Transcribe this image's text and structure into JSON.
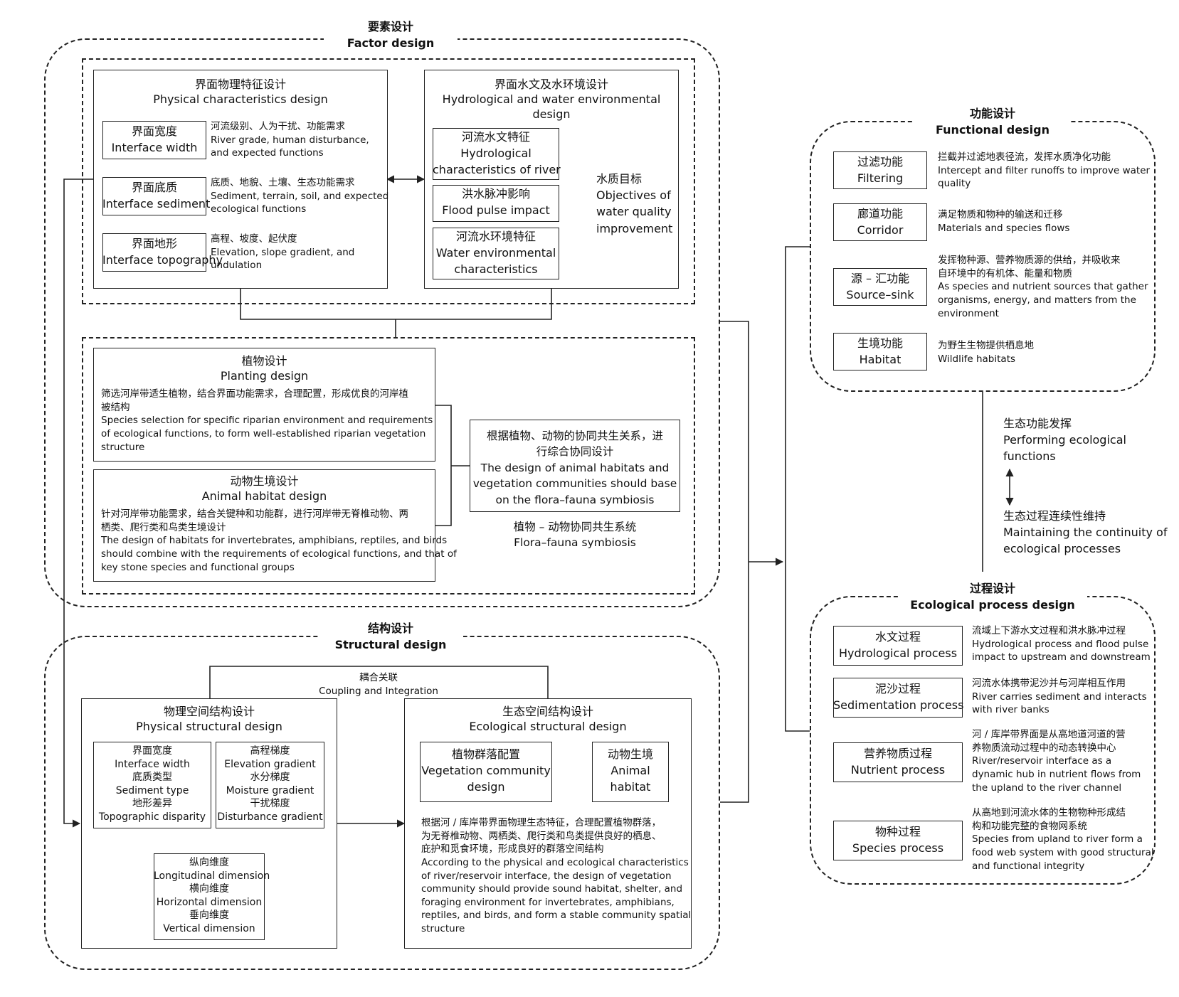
{
  "factor": {
    "title_zh": "要素设计",
    "title_en": "Factor design",
    "physical": {
      "title_zh": "界面物理特征设计",
      "title_en": "Physical characteristics design",
      "items": [
        {
          "zh": "界面宽度",
          "en": "Interface width",
          "desc_zh": "河流级别、人为干扰、功能需求",
          "desc_en1": "River grade, human disturbance,",
          "desc_en2": "and expected functions"
        },
        {
          "zh": "界面底质",
          "en": "Interface sediment",
          "desc_zh": "底质、地貌、土壤、生态功能需求",
          "desc_en1": "Sediment, terrain, soil, and expected",
          "desc_en2": "ecological functions"
        },
        {
          "zh": "界面地形",
          "en": "Interface topography",
          "desc_zh": "高程、坡度、起伏度",
          "desc_en1": "Elevation, slope gradient, and",
          "desc_en2": "undulation"
        }
      ]
    },
    "hydro": {
      "title_zh": "界面水文及水环境设计",
      "title_en1": "Hydrological and water environmental",
      "title_en2": "design",
      "items": [
        {
          "zh": "河流水文特征",
          "en1": "Hydrological",
          "en2": "characteristics of river"
        },
        {
          "zh": "洪水脉冲影响",
          "en1": "Flood pulse impact",
          "en2": ""
        },
        {
          "zh": "河流水环境特征",
          "en1": "Water environmental",
          "en2": "characteristics"
        }
      ],
      "objective_zh": "水质目标",
      "objective_en1": "Objectives of",
      "objective_en2": "water quality",
      "objective_en3": "improvement"
    },
    "planting": {
      "title_zh": "植物设计",
      "title_en": "Planting design",
      "desc_zh1": "筛选河岸带适生植物，结合界面功能需求，合理配置，形成优良的河岸植",
      "desc_zh2": "被结构",
      "desc_en1": "Species selection for specific riparian environment and requirements",
      "desc_en2": "of ecological functions, to form well-established riparian vegetation",
      "desc_en3": "structure"
    },
    "animal": {
      "title_zh": "动物生境设计",
      "title_en": "Animal habitat design",
      "desc_zh1": "针对河岸带功能需求，结合关键种和功能群，进行河岸带无脊椎动物、两",
      "desc_zh2": "栖类、爬行类和鸟类生境设计",
      "desc_en1": "The design of habitats for invertebrates, amphibians, reptiles, and birds",
      "desc_en2": "should combine with the requirements of ecological functions, and that of",
      "desc_en3": "key stone species and functional groups"
    },
    "symbiosis": {
      "zh1": "根据植物、动物的协同共生关系，进",
      "zh2": "行综合协同设计",
      "en1": "The design of animal habitats and",
      "en2": "vegetation communities should base",
      "en3": "on the flora–fauna symbiosis",
      "caption_zh": "植物 – 动物协同共生系统",
      "caption_en": "Flora–fauna symbiosis"
    }
  },
  "structural": {
    "title_zh": "结构设计",
    "title_en": "Structural design",
    "coupling_zh": "耦合关联",
    "coupling_en": "Coupling and  Integration",
    "physical": {
      "title_zh": "物理空间结构设计",
      "title_en": "Physical structural design",
      "left": [
        "界面宽度",
        "Interface width",
        "底质类型",
        "Sediment type",
        "地形差异",
        "Topographic disparity"
      ],
      "right": [
        "高程梯度",
        "Elevation gradient",
        "水分梯度",
        "Moisture gradient",
        "干扰梯度",
        "Disturbance gradient"
      ],
      "bottom": [
        "纵向维度",
        "Longitudinal dimension",
        "横向维度",
        "Horizontal dimension",
        "垂向维度",
        "Vertical dimension"
      ]
    },
    "ecological": {
      "title_zh": "生态空间结构设计",
      "title_en": "Ecological structural design",
      "veg": [
        "植物群落配置",
        "Vegetation community",
        "design"
      ],
      "animal": [
        "动物生境",
        "Animal",
        "habitat"
      ],
      "desc": [
        "根据河 / 库岸带界面物理生态特征，合理配置植物群落，",
        "为无脊椎动物、两栖类、爬行类和鸟类提供良好的栖息、",
        "庇护和觅食环境，形成良好的群落空间结构",
        "According to the physical and ecological characteristics",
        "of river/reservoir interface, the design of vegetation",
        "community should provide sound habitat, shelter, and",
        "foraging environment for invertebrates, amphibians,",
        "reptiles, and birds, and form a stable community spatial",
        "structure"
      ]
    }
  },
  "functional": {
    "title_zh": "功能设计",
    "title_en": "Functional design",
    "items": [
      {
        "zh": "过滤功能",
        "en": "Filtering",
        "desc": [
          "拦截并过滤地表径流，发挥水质净化功能",
          "Intercept and filter runoffs to improve water",
          "quality"
        ]
      },
      {
        "zh": "廊道功能",
        "en": "Corridor",
        "desc": [
          "满足物质和物种的输送和迁移",
          "Materials and species flows"
        ]
      },
      {
        "zh": "源 – 汇功能",
        "en": "Source–sink",
        "desc": [
          "发挥物种源、营养物质源的供给，并吸收来",
          "自环境中的有机体、能量和物质",
          "As species and nutrient sources that gather",
          "organisms, energy, and matters from the",
          "environment"
        ]
      },
      {
        "zh": "生境功能",
        "en": "Habitat",
        "desc": [
          "为野生生物提供栖息地",
          "Wildlife habitats"
        ]
      }
    ]
  },
  "link": {
    "top_zh": "生态功能发挥",
    "top_en1": "Performing ecological",
    "top_en2": "functions",
    "bottom_zh": "生态过程连续性维持",
    "bottom_en1": "Maintaining the continuity of",
    "bottom_en2": "ecological processes"
  },
  "process": {
    "title_zh": "过程设计",
    "title_en": "Ecological process design",
    "items": [
      {
        "zh": "水文过程",
        "en": "Hydrological process",
        "desc": [
          "流域上下游水文过程和洪水脉冲过程",
          "Hydrological process and flood pulse",
          "impact to upstream and downstream"
        ]
      },
      {
        "zh": "泥沙过程",
        "en": "Sedimentation process",
        "desc": [
          "河流水体携带泥沙并与河岸相互作用",
          "River carries sediment and interacts",
          "with river banks"
        ]
      },
      {
        "zh": "营养物质过程",
        "en": "Nutrient process",
        "desc": [
          "河 / 库岸带界面是从高地道河道的营",
          "养物质流动过程中的动态转换中心",
          "River/reservoir interface as a",
          "dynamic hub in nutrient flows from",
          "the upland to the river channel"
        ]
      },
      {
        "zh": "物种过程",
        "en": "Species process",
        "desc": [
          "从高地到河流水体的生物物种形成结",
          "构和功能完整的食物网系统",
          "Species from upland to river form a",
          "food web system with good structural",
          "and functional integrity"
        ]
      }
    ]
  }
}
